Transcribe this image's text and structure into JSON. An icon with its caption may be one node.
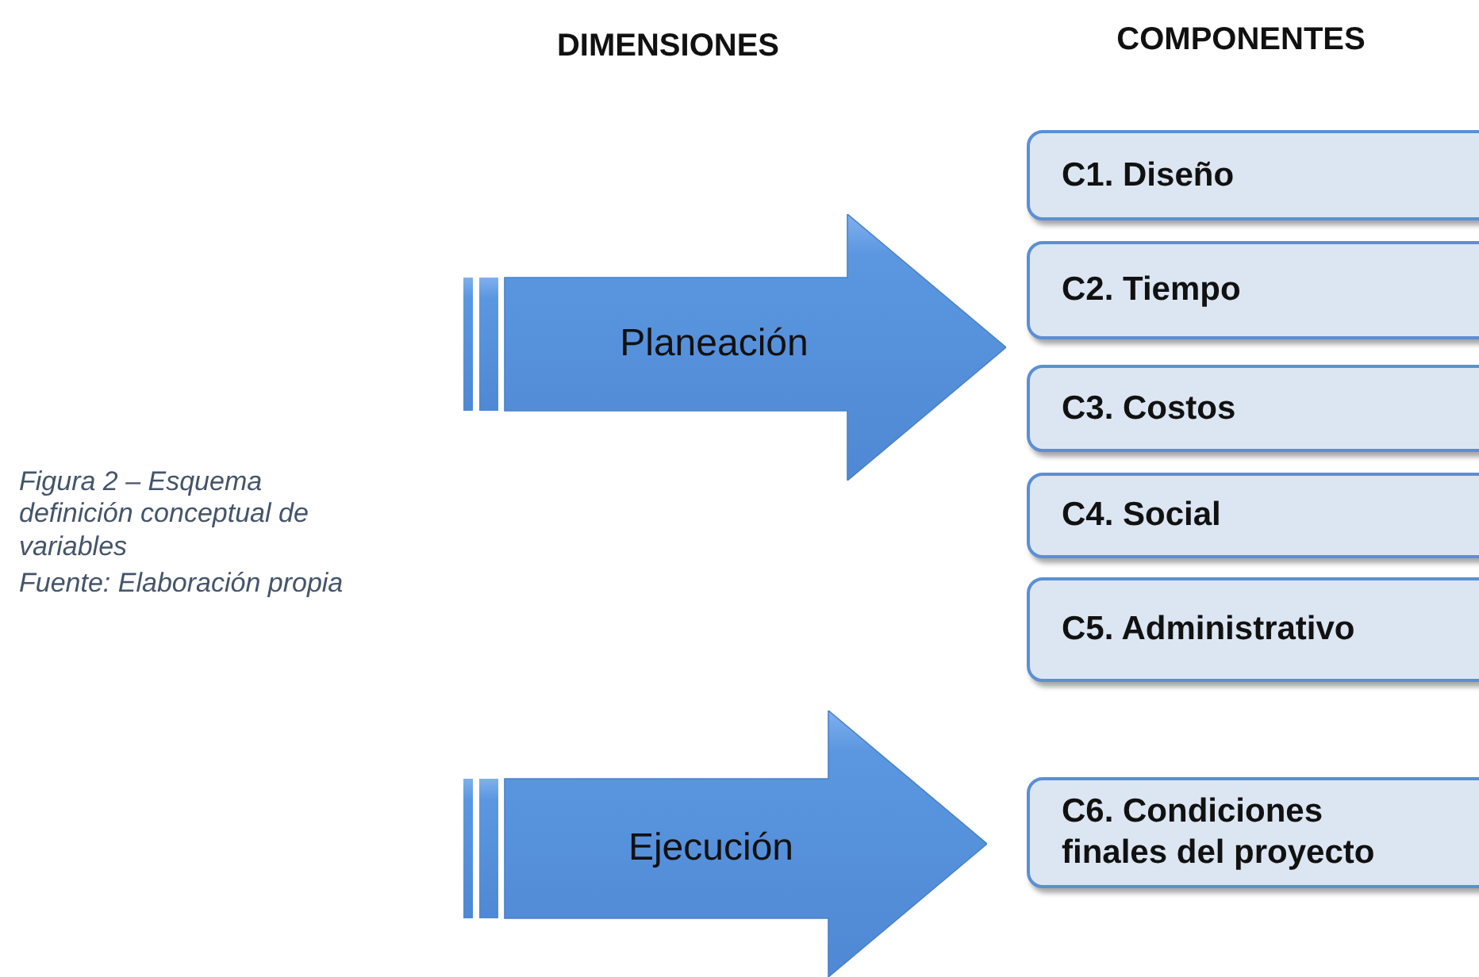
{
  "diagram": {
    "caption": "Figura 2 – Esquema definición conceptual de variables",
    "nodes": [
      {
        "text": [
          "Planeación"
        ]
      },
      {
        "text": [
          "C1. Diseño"
        ]
      },
      {
        "text": [
          "C2. Tiempo"
        ]
      },
      {
        "text": [
          "C3. Costos"
        ]
      },
      {
        "text": [
          "C4. Social"
        ]
      },
      {
        "text": [
          "C5. Administrativo"
        ]
      },
      {
        "text": [
          "Ejecución"
        ]
      },
      {
        "text": [
          "C6. Condiciones finales del proyecto"
        ]
      }
    ],
    "labels": [
      "DIMENSIONES",
      "COMPONENTES",
      "Fuente: Elaboración propia"
    ]
  }
}
